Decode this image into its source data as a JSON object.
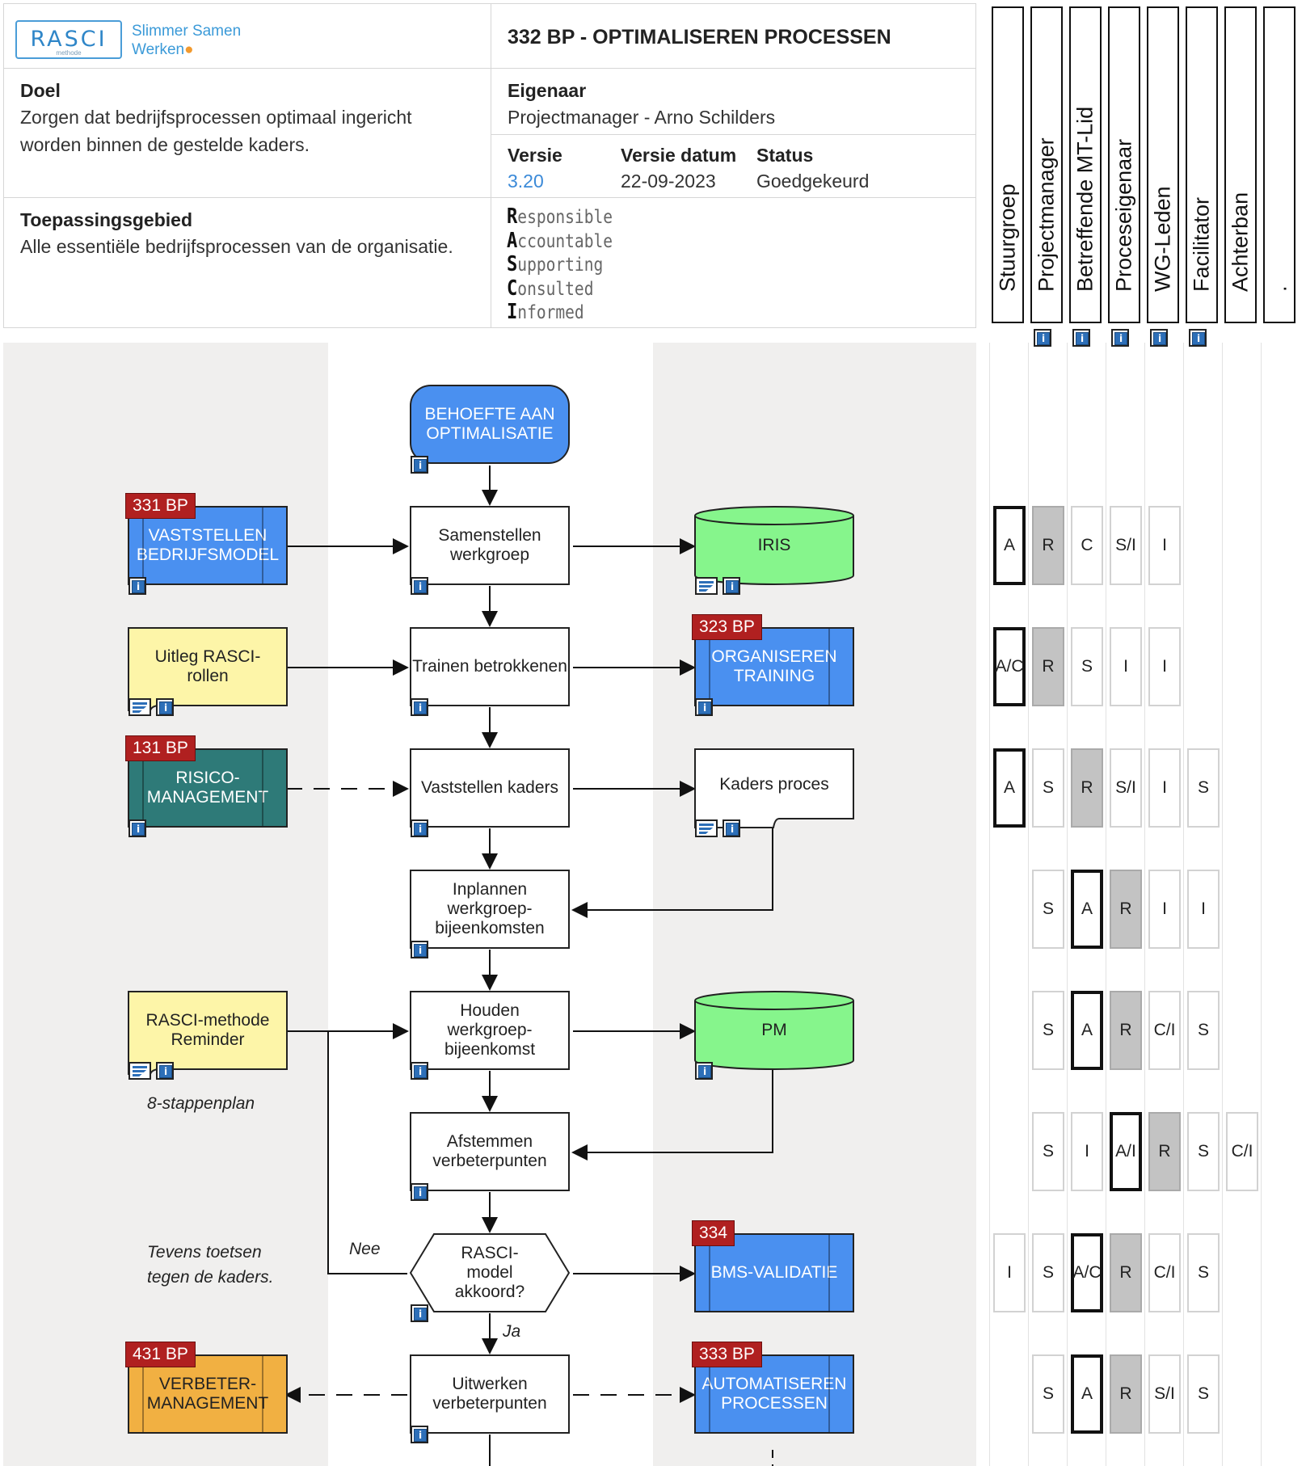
{
  "header": {
    "logo": "RASCI",
    "logo_sub": "methode",
    "tagline_line1": "Slimmer Samen",
    "tagline_line2": "Werken",
    "title": "332 BP - OPTIMALISEREN PROCESSEN",
    "doel_label": "Doel",
    "doel_text": "Zorgen dat bedrijfsprocessen optimaal ingericht worden binnen de gestelde kaders.",
    "eigenaar_label": "Eigenaar",
    "eigenaar_text": "Projectmanager - Arno Schilders",
    "versie_label": "Versie",
    "versie_value": "3.20",
    "versie_datum_label": "Versie datum",
    "versie_datum_value": "22-09-2023",
    "status_label": "Status",
    "status_value": "Goedgekeurd",
    "toepassing_label": "Toepassingsgebied",
    "toepassing_text": "Alle essentiële bedrijfsprocessen van de organisatie.",
    "legend": [
      {
        "first": "R",
        "rest": "esponsible"
      },
      {
        "first": "A",
        "rest": "ccountable"
      },
      {
        "first": "S",
        "rest": "upporting"
      },
      {
        "first": "C",
        "rest": "onsulted"
      },
      {
        "first": "I",
        "rest": "nformed"
      }
    ]
  },
  "roles": [
    "Stuurgroep",
    "Projectmanager",
    "Betreffende MT-Lid",
    "Proceseigenaar",
    "WG-Leden",
    "Facilitator",
    "Achterban",
    "."
  ],
  "flow": {
    "start": "BEHOEFTE AAN OPTIMALISATIE",
    "steps": [
      "Samenstellen werkgroep",
      "Trainen betrokkenen",
      "Vaststellen kaders",
      "Inplannen werkgroep-bijeenkomsten",
      "Houden werkgroep-bijeenkomst",
      "Afstemmen verbeterpunten",
      "RASCI-model akkoord?",
      "Uitwerken verbeterpunten"
    ],
    "left": [
      {
        "tag": "331 BP",
        "label": "VASTSTELLEN BEDRIJFSMODEL"
      },
      {
        "tag": "",
        "label": "Uitleg RASCI-rollen"
      },
      {
        "tag": "131 BP",
        "label": "RISICO-MANAGEMENT"
      },
      {
        "tag": "",
        "label": "RASCI-methode Reminder"
      },
      {
        "tag": "431 BP",
        "label": "VERBETER-MANAGEMENT"
      }
    ],
    "right": [
      {
        "tag": "",
        "label": "IRIS"
      },
      {
        "tag": "323 BP",
        "label": "ORGANISEREN TRAINING"
      },
      {
        "tag": "",
        "label": "Kaders proces"
      },
      {
        "tag": "",
        "label": "PM"
      },
      {
        "tag": "334",
        "label": "BMS-VALIDATIE"
      },
      {
        "tag": "333 BP",
        "label": "AUTOMATISEREN PROCESSEN"
      }
    ],
    "notes": {
      "stappenplan": "8-stappenplan",
      "tevens": "Tevens toetsen tegen de kaders.",
      "nee": "Nee",
      "ja": "Ja"
    }
  },
  "matrix": [
    [
      "A",
      "R",
      "C",
      "S/I",
      "I",
      "",
      "",
      ""
    ],
    [
      "A/C",
      "R",
      "S",
      "I",
      "I",
      "",
      "",
      ""
    ],
    [
      "A",
      "S",
      "R",
      "S/I",
      "I",
      "S",
      "",
      ""
    ],
    [
      "",
      "S",
      "A",
      "R",
      "I",
      "I",
      "",
      ""
    ],
    [
      "",
      "S",
      "A",
      "R",
      "C/I",
      "S",
      "",
      ""
    ],
    [
      "",
      "S",
      "I",
      "A/I",
      "R",
      "S",
      "C/I",
      ""
    ],
    [
      "I",
      "S",
      "A/C",
      "R",
      "C/I",
      "S",
      "",
      ""
    ],
    [
      "",
      "S",
      "A",
      "R",
      "S/I",
      "S",
      "",
      ""
    ]
  ],
  "colors": {
    "process_blue": "#4a90f0",
    "teal": "#2e7a78",
    "orange": "#f1b042",
    "yellow_doc": "#fdf5a8",
    "db_green": "#86f58c",
    "start_blue": "#4a90f0",
    "tag_red": "#b02020",
    "responsible_grey": "#c3c3c3"
  }
}
